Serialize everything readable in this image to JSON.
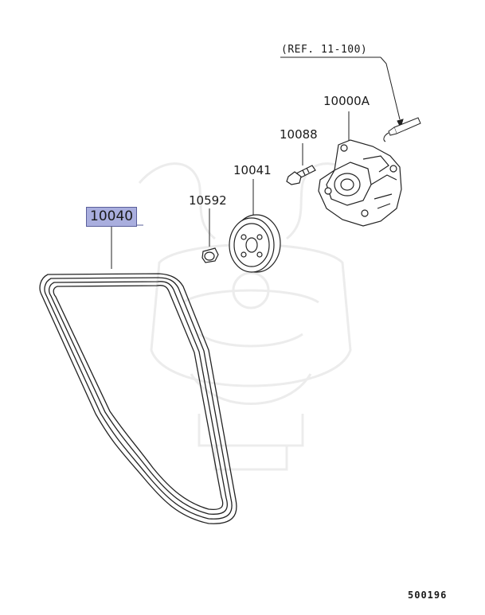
{
  "diagram": {
    "reference_label": "(REF. 11-100)",
    "parts": {
      "pump_assembly": "10000A",
      "bolt_upper": "10088",
      "pulley": "10041",
      "bolt_lower": "10592",
      "belt": "10040"
    },
    "highlighted_part": "10040",
    "drawing_code": "500196",
    "colors": {
      "highlight": "#a9aede",
      "line": "#222222",
      "watermark": "#ececec"
    }
  }
}
